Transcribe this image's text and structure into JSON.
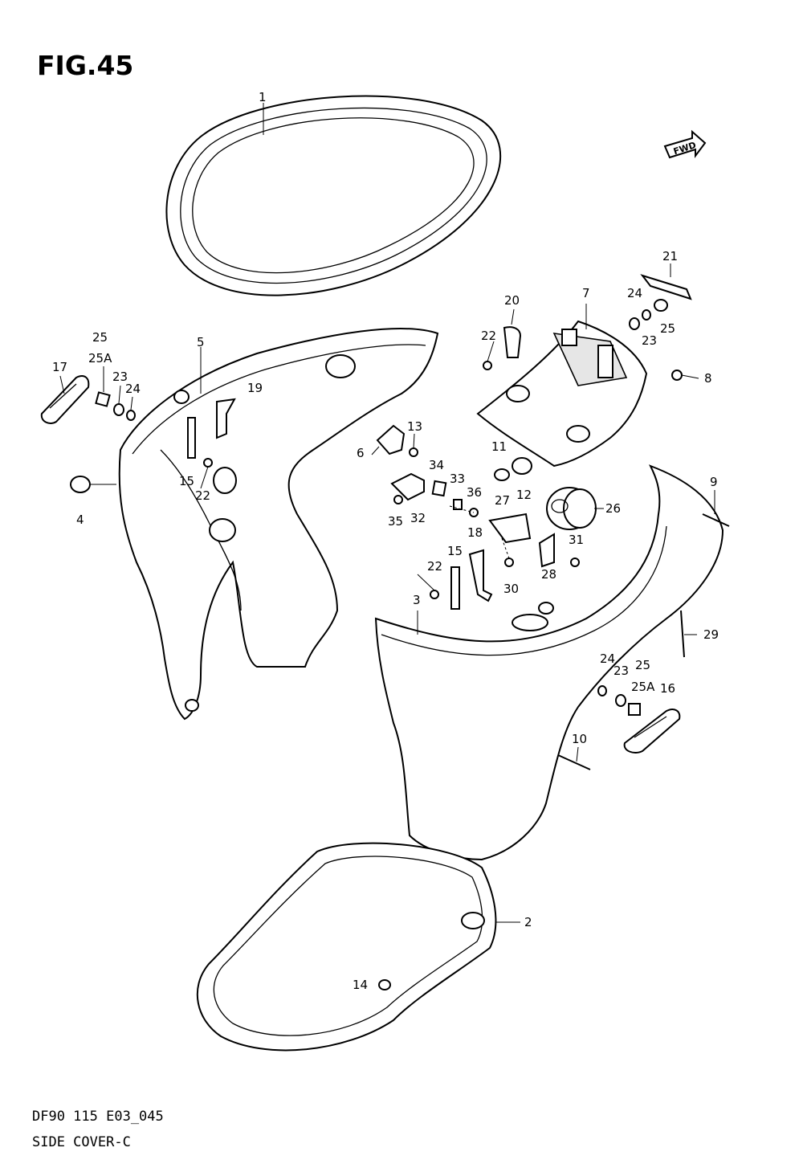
{
  "figure": {
    "title": "FIG.45",
    "model_code": "DF90 115 E03_045",
    "subtitle": "SIDE COVER-C"
  },
  "direction_badge": {
    "label": "FWD",
    "icon": "arrow-right-icon"
  },
  "callouts": [
    "1",
    "2",
    "3",
    "4",
    "5",
    "6",
    "7",
    "8",
    "9",
    "10",
    "11",
    "12",
    "13",
    "14",
    "15",
    "15",
    "16",
    "17",
    "18",
    "19",
    "20",
    "21",
    "22",
    "22",
    "22",
    "23",
    "23",
    "23",
    "24",
    "24",
    "24",
    "25",
    "25",
    "25",
    "25A",
    "25A",
    "26",
    "27",
    "28",
    "29",
    "30",
    "31",
    "32",
    "33",
    "34",
    "35",
    "36"
  ]
}
